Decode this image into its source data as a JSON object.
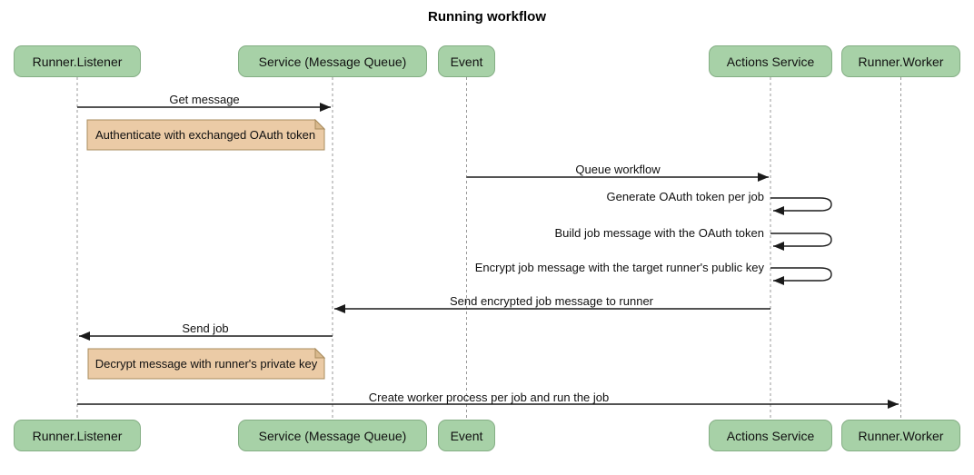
{
  "title": "Running workflow",
  "participants": [
    {
      "id": "runner-listener",
      "label": "Runner.Listener"
    },
    {
      "id": "service-message-queue",
      "label": "Service (Message Queue)"
    },
    {
      "id": "event",
      "label": "Event"
    },
    {
      "id": "actions-service",
      "label": "Actions Service"
    },
    {
      "id": "runner-worker",
      "label": "Runner.Worker"
    }
  ],
  "messages": [
    {
      "type": "arrow",
      "from": "Runner.Listener",
      "to": "Service (Message Queue)",
      "label": "Get message"
    },
    {
      "type": "note",
      "over": [
        "Runner.Listener",
        "Service (Message Queue)"
      ],
      "label": "Authenticate with exchanged OAuth token"
    },
    {
      "type": "arrow",
      "from": "Event",
      "to": "Actions Service",
      "label": "Queue workflow"
    },
    {
      "type": "self",
      "from": "Actions Service",
      "to": "Actions Service",
      "label": "Generate OAuth token per job"
    },
    {
      "type": "self",
      "from": "Actions Service",
      "to": "Actions Service",
      "label": "Build job message with the OAuth token"
    },
    {
      "type": "self",
      "from": "Actions Service",
      "to": "Actions Service",
      "label": "Encrypt job message with the target runner's public key"
    },
    {
      "type": "arrow",
      "from": "Actions Service",
      "to": "Service (Message Queue)",
      "label": "Send encrypted job message to runner"
    },
    {
      "type": "arrow",
      "from": "Service (Message Queue)",
      "to": "Runner.Listener",
      "label": "Send job"
    },
    {
      "type": "note",
      "over": [
        "Runner.Listener",
        "Service (Message Queue)"
      ],
      "label": "Decrypt message with runner's private key"
    },
    {
      "type": "arrow",
      "from": "Runner.Listener",
      "to": "Runner.Worker",
      "label": "Create worker process per job and run the job"
    }
  ],
  "colors": {
    "background": "#ffffff",
    "actor_fill": "#a7d1a7",
    "actor_border": "#84ae84",
    "note_fill": "#ebcba6",
    "note_border": "#a98c5f",
    "note_fold": "#d9b98d",
    "message_line": "#1a1a1a",
    "lifeline": "#999999",
    "text": "#111111"
  }
}
